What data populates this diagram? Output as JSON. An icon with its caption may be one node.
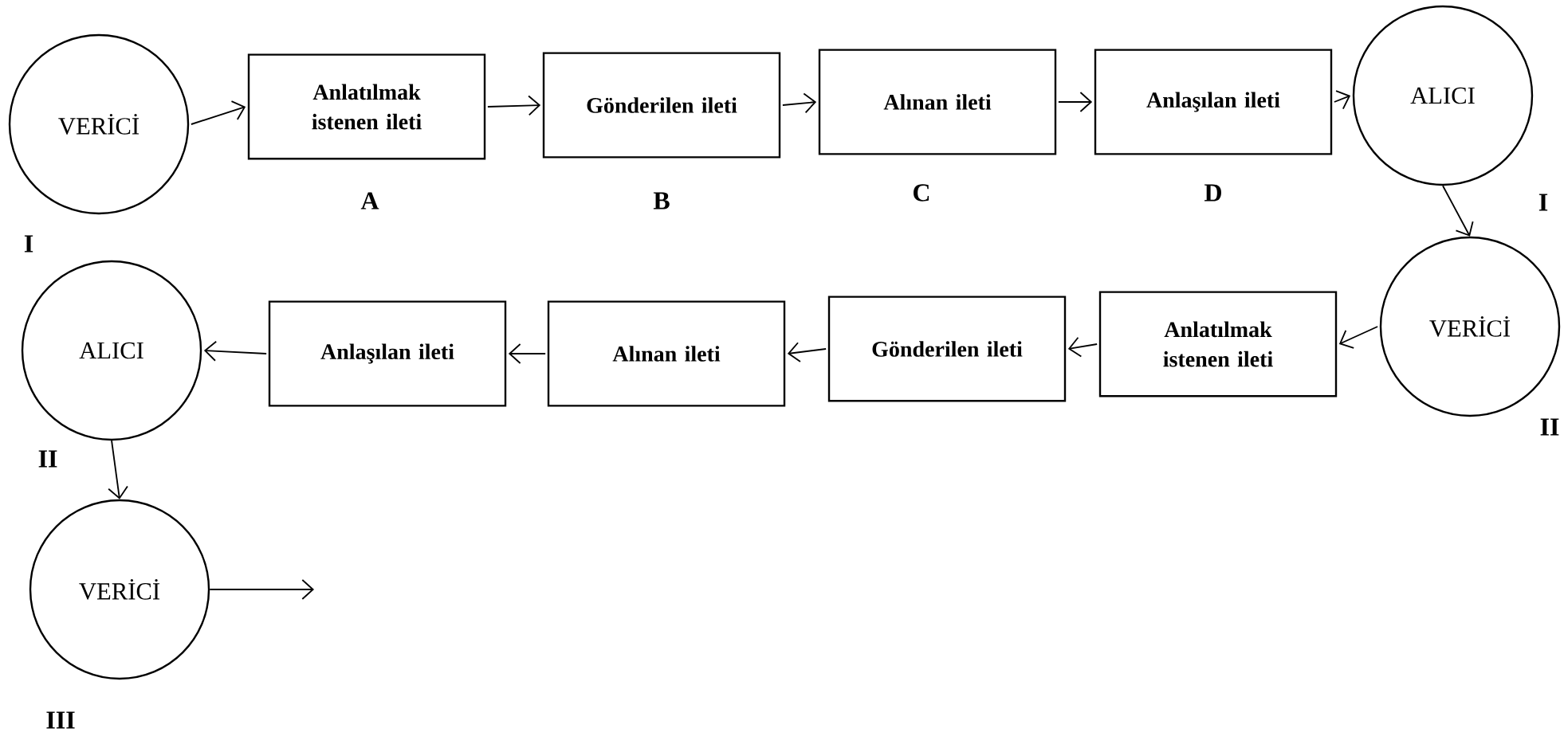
{
  "diagram": {
    "nodes": [
      {
        "text": [
          "VERİCİ"
        ],
        "beside": [
          "I"
        ]
      },
      {
        "text": [
          "Anlatılmak istenen ileti"
        ],
        "beside": [
          "A"
        ]
      },
      {
        "text": [
          "Gönderilen ileti"
        ],
        "beside": [
          "B"
        ]
      },
      {
        "text": [
          "Alınan ileti"
        ],
        "beside": [
          "C"
        ]
      },
      {
        "text": [
          "Anlaşılan ileti"
        ],
        "beside": [
          "D"
        ]
      },
      {
        "text": [
          "ALICI"
        ],
        "beside": [
          "I"
        ]
      },
      {
        "text": [
          "ALICI"
        ],
        "beside": [
          "II"
        ]
      },
      {
        "text": [
          "Anlaşılan ileti"
        ]
      },
      {
        "text": [
          "Alınan ileti"
        ]
      },
      {
        "text": [
          "Gönderilen ileti"
        ]
      },
      {
        "text": [
          "Anlatılmak istenen ileti"
        ]
      },
      {
        "text": [
          "VERİCİ"
        ],
        "beside": [
          "II"
        ]
      },
      {
        "text": [
          "VERİCİ"
        ],
        "beside": [
          "III"
        ]
      }
    ],
    "edges": [
      {
        "from": 0,
        "to": 1,
        "arrow": "to"
      },
      {
        "from": 1,
        "to": 2,
        "arrow": "to"
      },
      {
        "from": 2,
        "to": 3,
        "arrow": "to"
      },
      {
        "from": 3,
        "to": 4,
        "arrow": "to"
      },
      {
        "from": 4,
        "to": 5,
        "arrow": "to"
      },
      {
        "from": 5,
        "to": 11,
        "arrow": "to"
      },
      {
        "from": 11,
        "to": 10,
        "arrow": "to"
      },
      {
        "from": 10,
        "to": 9,
        "arrow": "to"
      },
      {
        "from": 9,
        "to": 8,
        "arrow": "to"
      },
      {
        "from": 8,
        "to": 7,
        "arrow": "to"
      },
      {
        "from": 7,
        "to": 6,
        "arrow": "to"
      },
      {
        "from": 6,
        "to": 12,
        "arrow": "to"
      },
      {
        "from": 12,
        "to": null,
        "arrow": "to"
      }
    ]
  }
}
